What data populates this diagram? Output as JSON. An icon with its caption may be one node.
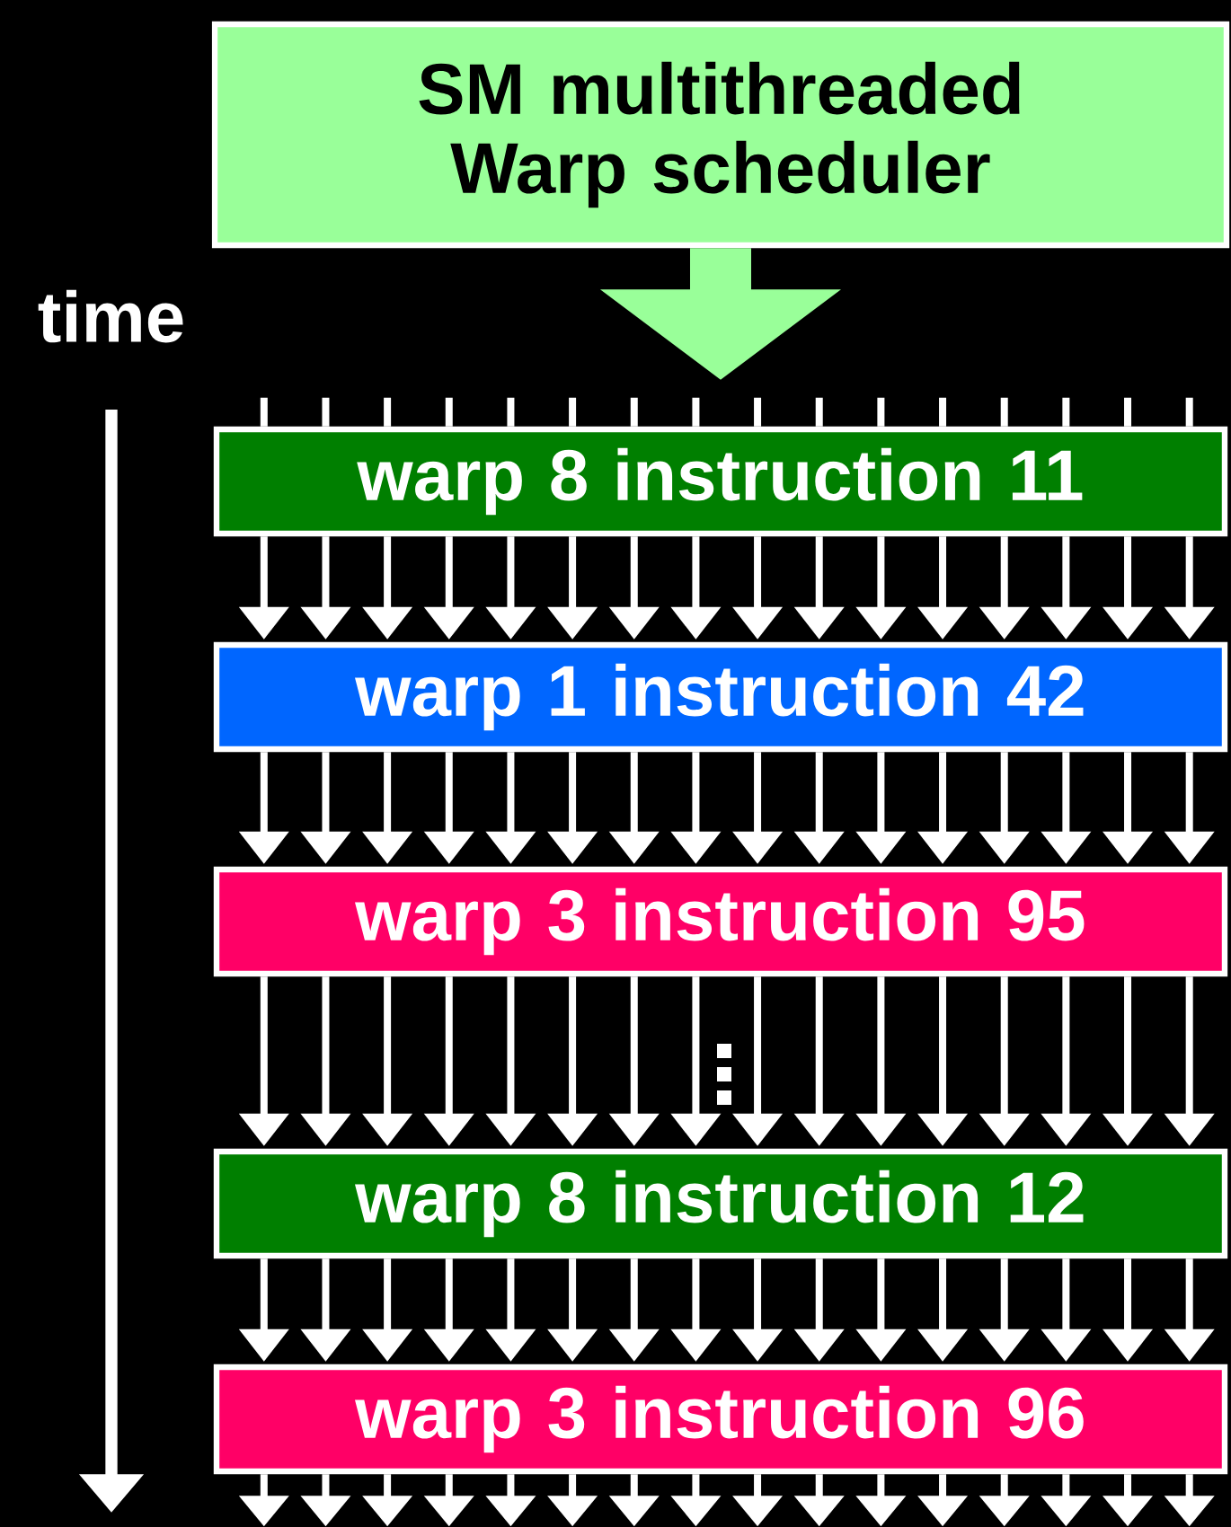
{
  "diagram": {
    "nodes": [
      {
        "text": [
          "SM multithreaded Warp scheduler"
        ]
      },
      {
        "text": [
          "warp 8 instruction 11"
        ]
      },
      {
        "text": [
          "warp 1 instruction 42"
        ]
      },
      {
        "text": [
          "warp 3 instruction 95"
        ]
      },
      {
        "text": [
          "warp 8 instruction 12"
        ]
      },
      {
        "text": [
          "warp 3 instruction 96"
        ]
      }
    ],
    "edges": [
      {
        "from": 0,
        "to": 1,
        "arrow": "to",
        "style": "thick",
        "color": "#99ff99"
      },
      {
        "from": 1,
        "to": 2,
        "arrow": "to"
      },
      {
        "from": 2,
        "to": 3,
        "arrow": "to"
      },
      {
        "from": 3,
        "to": 4,
        "arrow": "to"
      },
      {
        "from": 4,
        "to": 5,
        "arrow": "to"
      },
      {
        "from": 5,
        "to": null,
        "arrow": "to"
      }
    ],
    "labels": [
      "time"
    ]
  }
}
